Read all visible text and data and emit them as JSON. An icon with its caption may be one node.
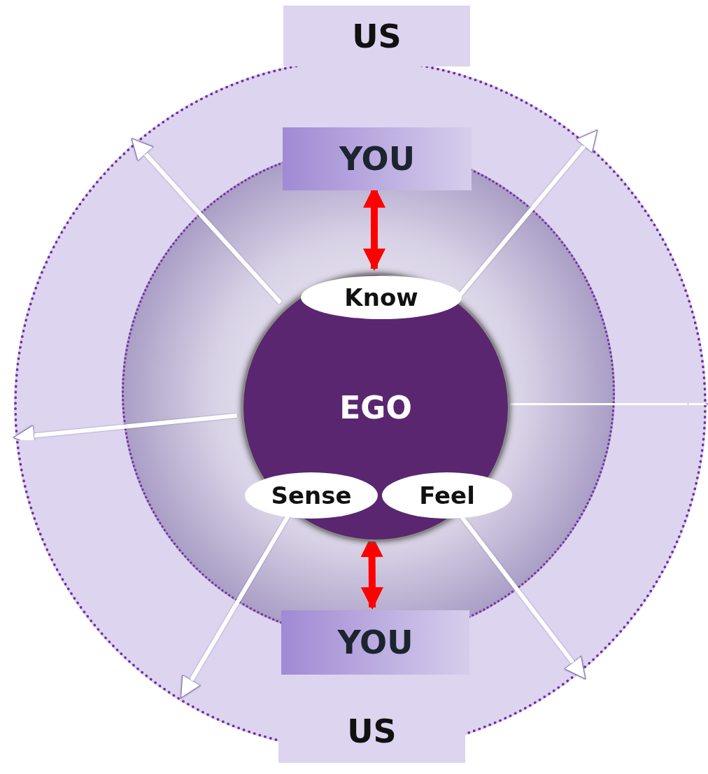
{
  "diagram": {
    "nodes": [
      {
        "text": [],
        "shape": "circle"
      },
      {
        "text": [
          "US"
        ]
      },
      {
        "text": [
          "US"
        ]
      },
      {
        "text": [],
        "shape": "circle",
        "in": 0
      },
      {
        "text": [
          "YOU"
        ],
        "in": 0
      },
      {
        "text": [
          "YOU"
        ],
        "in": 0
      },
      {
        "text": [
          "EGO"
        ],
        "in": 3
      },
      {
        "text": [
          "Know"
        ],
        "in": 6
      },
      {
        "text": [
          "Sense"
        ],
        "in": 6
      },
      {
        "text": [
          "Feel"
        ],
        "in": 6
      }
    ],
    "edges": [
      {
        "from": 4,
        "to": 7,
        "arrow": "both",
        "color": "#ff0000"
      },
      {
        "from": 6,
        "to": 5,
        "arrow": "both",
        "color": "#ff0000"
      },
      {
        "from": 6,
        "to": null,
        "arrow": "to"
      },
      {
        "from": 6,
        "to": null,
        "arrow": "to"
      },
      {
        "from": 6,
        "to": null,
        "arrow": "to"
      },
      {
        "from": 6,
        "to": null,
        "arrow": "to"
      },
      {
        "from": 8,
        "to": null,
        "arrow": "to"
      },
      {
        "from": 9,
        "to": null,
        "arrow": "to"
      }
    ]
  }
}
